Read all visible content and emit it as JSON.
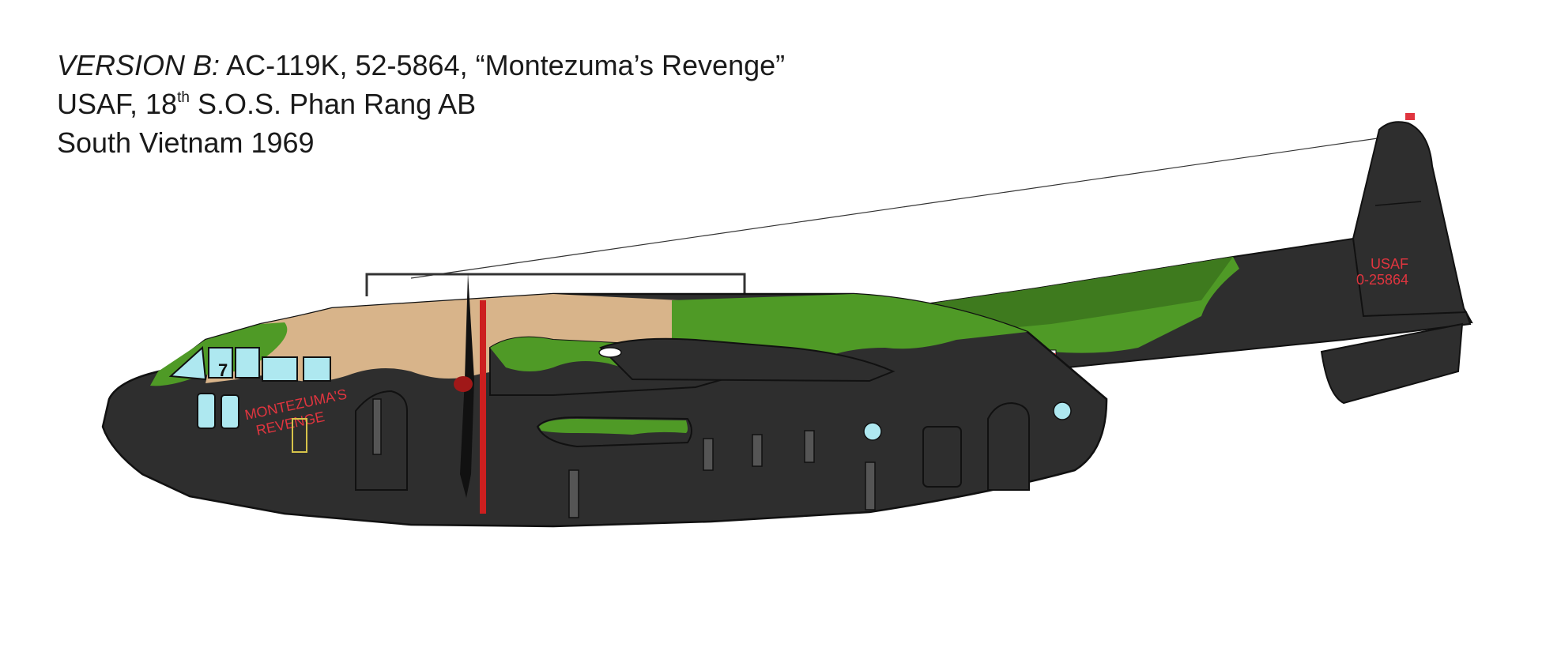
{
  "caption": {
    "version_label": "VERSION B:",
    "line1_text": " AC-119K, 52-5864, “Montezuma’s Revenge”",
    "line2_pre": "USAF, 18",
    "line2_sup": "th",
    "line2_post": " S.O.S. Phan Rang AB",
    "line3": "South Vietnam 1969"
  },
  "markings": {
    "nose_art_line1": "MONTEZUMA'S",
    "nose_art_line2": "REVENGE",
    "tail_line1": "USAF",
    "tail_line2": "0-25864",
    "nose_number": "7"
  },
  "colors": {
    "fuselage": "#2e2e2e",
    "camo_green": "#4f9a26",
    "camo_dark_green": "#3e7a1e",
    "tan": "#d8b48a",
    "glass": "#aee8f0",
    "nose_art": "#e0353f",
    "outline": "#111111"
  }
}
